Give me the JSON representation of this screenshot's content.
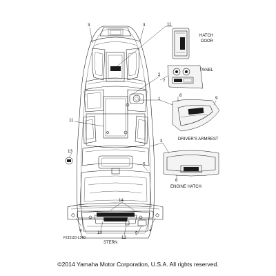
{
  "labels": {
    "hatch_door": [
      "HATCH",
      "DOOR"
    ],
    "panel": "PANEL",
    "drivers_armrest": "DRIVER'S ARMREST",
    "engine_hatch": "ENGINE HATCH",
    "stern": "STERN",
    "figure_code": "F2J3110-L360"
  },
  "callouts": {
    "n3a": "3",
    "n3b": "3",
    "n11a": "11",
    "n2": "2",
    "n7": "7",
    "n1": "1",
    "n8": "8",
    "n9": "9",
    "n11b": "11",
    "n13": "13",
    "n3c": "3",
    "n5a": "5",
    "n6": "6",
    "n14": "14",
    "n4a": "4",
    "n10": "10",
    "n12": "12",
    "n5b": "5",
    "n4b": "4"
  },
  "copyright": "©2014 Yamaha Motor Corporation, U.S.A. All rights reserved."
}
